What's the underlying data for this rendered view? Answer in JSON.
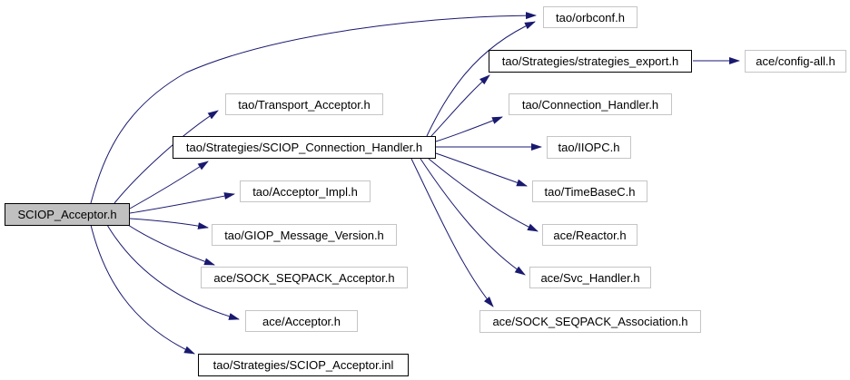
{
  "diagram": {
    "type": "include-dependency-graph",
    "background": "#ffffff",
    "edge_color": "#191970",
    "colors": {
      "root_fill": "#c0c0c0",
      "node_fill": "#ffffff",
      "linked_border": "#000000",
      "plain_border": "#c5c5c5",
      "text": "#000000"
    },
    "nodes": {
      "root": {
        "label": "SCIOP_Acceptor.h",
        "kind": "root"
      },
      "transport_acceptor": {
        "label": "tao/Transport_Acceptor.h",
        "kind": "plain"
      },
      "sciop_connection_handler": {
        "label": "tao/Strategies/SCIOP_Connection_Handler.h",
        "kind": "linked"
      },
      "acceptor_impl": {
        "label": "tao/Acceptor_Impl.h",
        "kind": "plain"
      },
      "giop_message_version": {
        "label": "tao/GIOP_Message_Version.h",
        "kind": "plain"
      },
      "sock_seqpack_acceptor": {
        "label": "ace/SOCK_SEQPACK_Acceptor.h",
        "kind": "plain"
      },
      "ace_acceptor": {
        "label": "ace/Acceptor.h",
        "kind": "plain"
      },
      "sciop_acceptor_inl": {
        "label": "tao/Strategies/SCIOP_Acceptor.inl",
        "kind": "linked"
      },
      "orbconf": {
        "label": "tao/orbconf.h",
        "kind": "plain"
      },
      "strategies_export": {
        "label": "tao/Strategies/strategies_export.h",
        "kind": "linked"
      },
      "config_all": {
        "label": "ace/config-all.h",
        "kind": "plain"
      },
      "connection_handler": {
        "label": "tao/Connection_Handler.h",
        "kind": "plain"
      },
      "iiopc": {
        "label": "tao/IIOPC.h",
        "kind": "plain"
      },
      "timebasec": {
        "label": "tao/TimeBaseC.h",
        "kind": "plain"
      },
      "reactor": {
        "label": "ace/Reactor.h",
        "kind": "plain"
      },
      "svc_handler": {
        "label": "ace/Svc_Handler.h",
        "kind": "plain"
      },
      "sock_seqpack_association": {
        "label": "ace/SOCK_SEQPACK_Association.h",
        "kind": "plain"
      }
    },
    "edges": [
      {
        "from": "SCIOP_Acceptor.h",
        "to": "tao/orbconf.h"
      },
      {
        "from": "SCIOP_Acceptor.h",
        "to": "tao/Transport_Acceptor.h"
      },
      {
        "from": "SCIOP_Acceptor.h",
        "to": "tao/Strategies/SCIOP_Connection_Handler.h"
      },
      {
        "from": "SCIOP_Acceptor.h",
        "to": "tao/Acceptor_Impl.h"
      },
      {
        "from": "SCIOP_Acceptor.h",
        "to": "tao/GIOP_Message_Version.h"
      },
      {
        "from": "SCIOP_Acceptor.h",
        "to": "ace/SOCK_SEQPACK_Acceptor.h"
      },
      {
        "from": "SCIOP_Acceptor.h",
        "to": "ace/Acceptor.h"
      },
      {
        "from": "SCIOP_Acceptor.h",
        "to": "tao/Strategies/SCIOP_Acceptor.inl"
      },
      {
        "from": "tao/Strategies/SCIOP_Connection_Handler.h",
        "to": "tao/orbconf.h"
      },
      {
        "from": "tao/Strategies/SCIOP_Connection_Handler.h",
        "to": "tao/Strategies/strategies_export.h"
      },
      {
        "from": "tao/Strategies/SCIOP_Connection_Handler.h",
        "to": "tao/Connection_Handler.h"
      },
      {
        "from": "tao/Strategies/SCIOP_Connection_Handler.h",
        "to": "tao/IIOPC.h"
      },
      {
        "from": "tao/Strategies/SCIOP_Connection_Handler.h",
        "to": "tao/TimeBaseC.h"
      },
      {
        "from": "tao/Strategies/SCIOP_Connection_Handler.h",
        "to": "ace/Reactor.h"
      },
      {
        "from": "tao/Strategies/SCIOP_Connection_Handler.h",
        "to": "ace/Svc_Handler.h"
      },
      {
        "from": "tao/Strategies/SCIOP_Connection_Handler.h",
        "to": "ace/SOCK_SEQPACK_Association.h"
      },
      {
        "from": "tao/Strategies/strategies_export.h",
        "to": "ace/config-all.h"
      }
    ]
  }
}
